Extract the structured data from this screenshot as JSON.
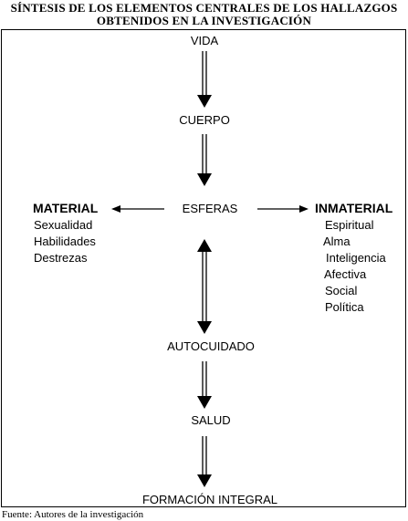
{
  "title": {
    "line1": "SÍNTESIS DE LOS ELEMENTOS CENTRALES DE LOS HALLAZGOS",
    "line2": "OBTENIDOS EN LA INVESTIGACIÓN"
  },
  "nodes": {
    "vida": "VIDA",
    "cuerpo": "CUERPO",
    "esferas": "ESFERAS",
    "autocuidado": "AUTOCUIDADO",
    "salud": "SALUD",
    "formacion": "FORMACIÓN INTEGRAL"
  },
  "material": {
    "heading": "MATERIAL",
    "items": [
      "Sexualidad",
      "Habilidades",
      "Destrezas"
    ]
  },
  "inmaterial": {
    "heading": "INMATERIAL",
    "items": [
      "Espiritual",
      "Alma",
      "Inteligencia",
      "Afectiva",
      "Social",
      "Política"
    ]
  },
  "source": "Fuente: Autores de la investigación"
}
